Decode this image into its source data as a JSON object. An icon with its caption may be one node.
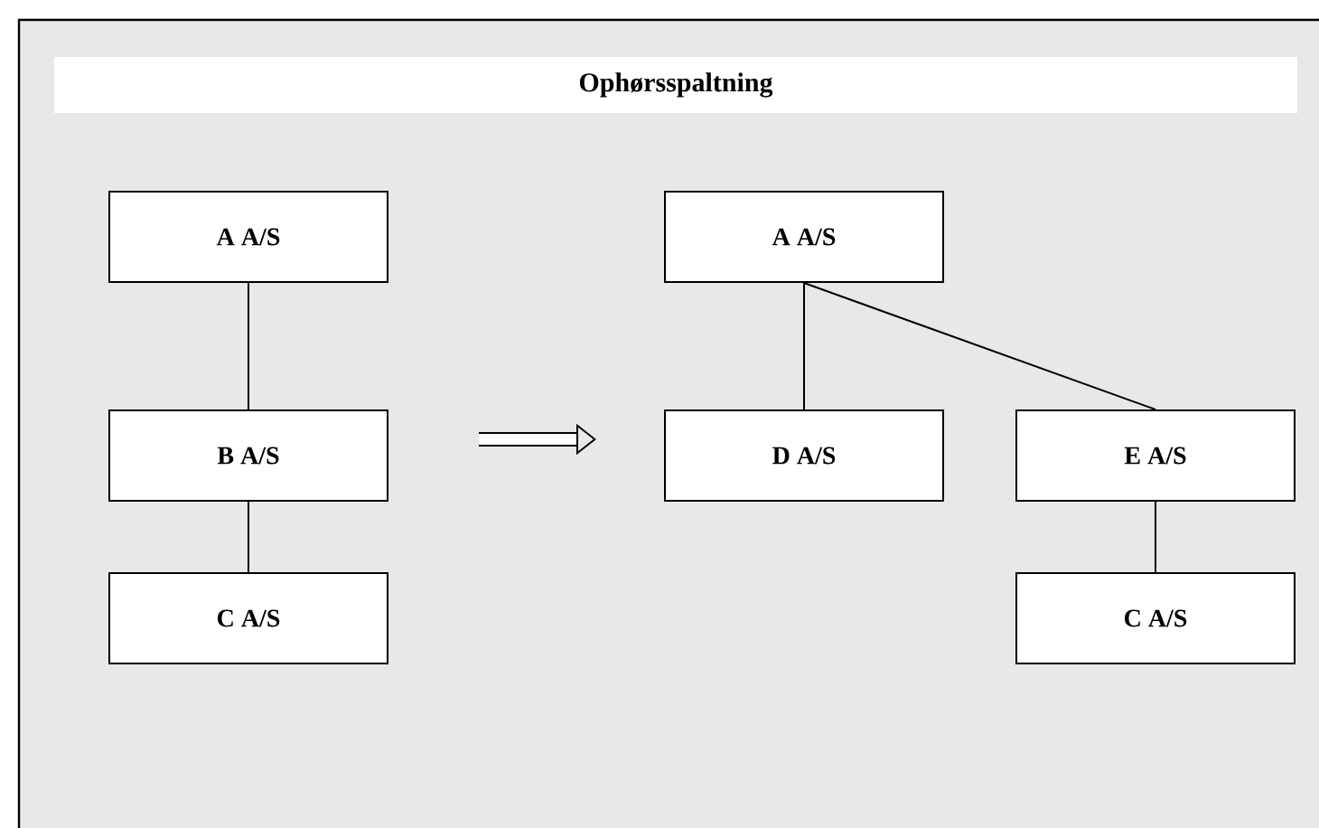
{
  "diagram": {
    "title": "Ophørsspaltning",
    "nodes": [
      {
        "text": [
          "A A/S"
        ]
      },
      {
        "text": [
          "B A/S"
        ]
      },
      {
        "text": [
          "C A/S"
        ]
      },
      {
        "text": [
          "A A/S"
        ]
      },
      {
        "text": [
          "D A/S"
        ]
      },
      {
        "text": [
          "E A/S"
        ]
      },
      {
        "text": [
          "C A/S"
        ]
      }
    ],
    "edges": [
      {
        "from": 0,
        "to": 1,
        "arrow": "none"
      },
      {
        "from": 1,
        "to": 2,
        "arrow": "none"
      },
      {
        "from": 3,
        "to": 4,
        "arrow": "none"
      },
      {
        "from": 3,
        "to": 5,
        "arrow": "none"
      },
      {
        "from": 5,
        "to": 6,
        "arrow": "none"
      }
    ]
  }
}
